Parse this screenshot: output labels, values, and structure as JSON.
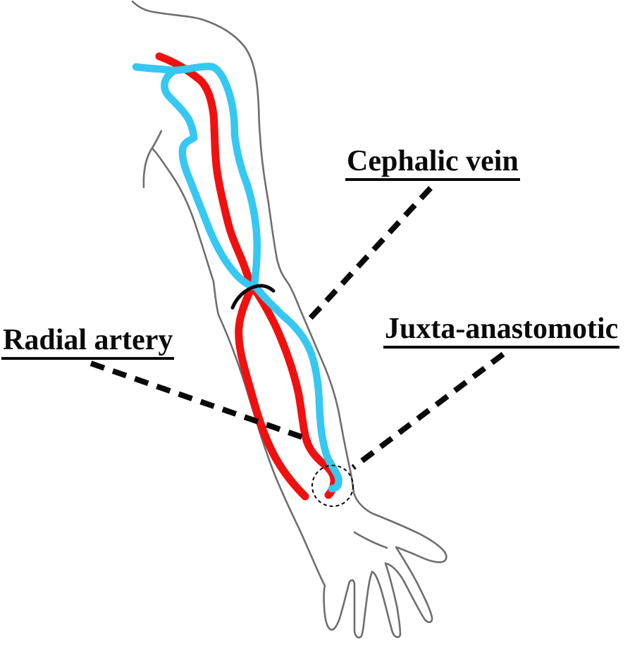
{
  "labels": {
    "cephalic_vein": "Cephalic vein",
    "radial_artery": "Radial artery",
    "juxta_anastomotic": "Juxta-anastomotic"
  },
  "colors": {
    "artery": "#f11010",
    "vein": "#35c8f2",
    "outline": "#6e6e6e",
    "annotation": "#0a0a0a"
  }
}
